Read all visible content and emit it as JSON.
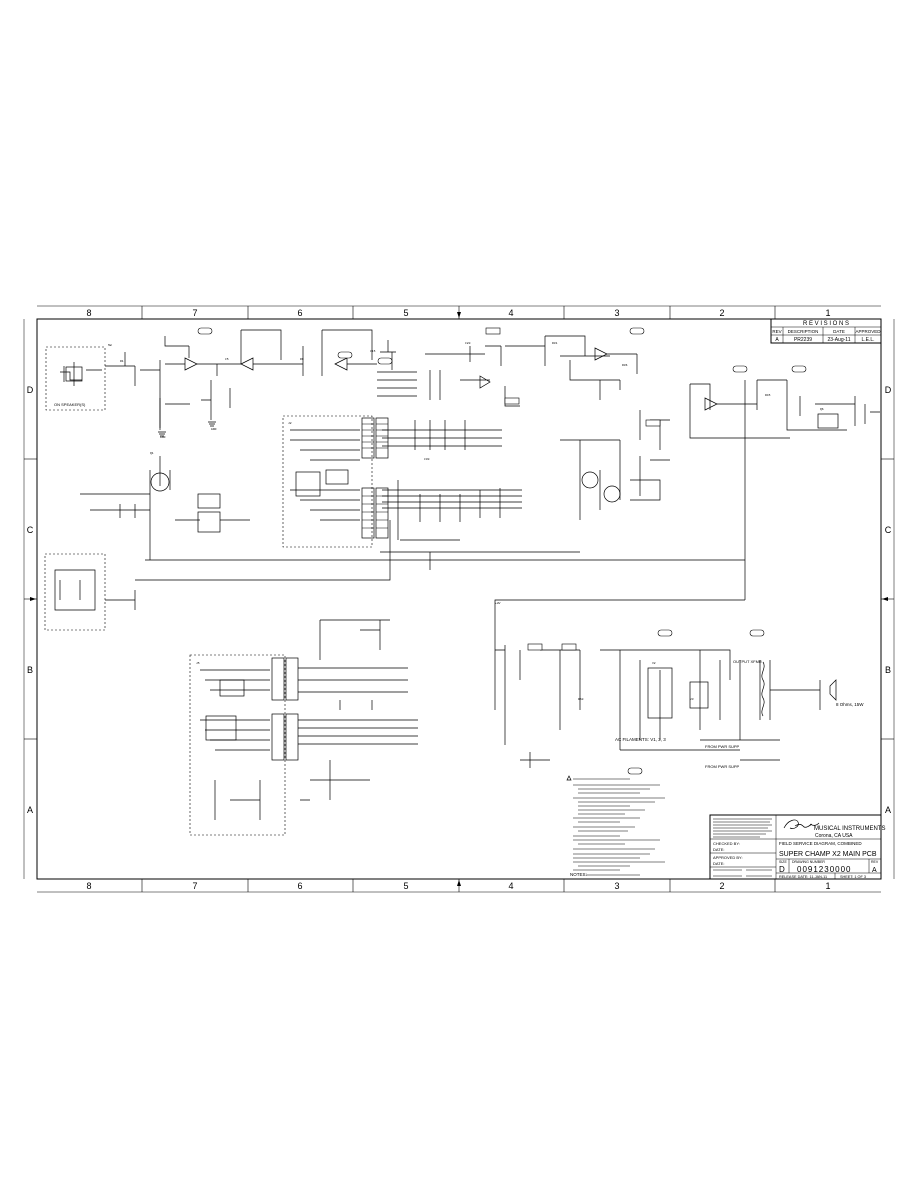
{
  "grid": {
    "columns": [
      "8",
      "7",
      "6",
      "5",
      "4",
      "3",
      "2",
      "1"
    ],
    "rows": [
      "D",
      "C",
      "B",
      "A"
    ]
  },
  "revisions": {
    "heading": "R E V I S I O N S",
    "headers": [
      "REV",
      "DESCRIPTION",
      "DATE",
      "APPROVED"
    ],
    "row": [
      "A",
      "PR2239",
      "23-Aug-11",
      "L.E.L."
    ]
  },
  "title_block": {
    "company": "MUSICAL INSTRUMENTS",
    "location": "Corona, CA USA",
    "doc_type": "FIELD SERVICE DIAGRAM, COMBINED",
    "title": "SUPER CHAMP X2 MAIN PCB",
    "size": "D",
    "drawing_number": "0091230000",
    "rev": "A",
    "release_date": "RELEASE DATE: 11-JAN-11",
    "sheet": "SHEET: 1 OF 3",
    "checked_by": "CHECKED BY:",
    "approved_by": "APPROVED BY:",
    "date_label": "DATE:",
    "size_label": "SIZE",
    "drawing_label": "DRAWING NUMBER",
    "rev_label": "REV"
  },
  "notes_heading": "NOTES:",
  "labels": {
    "speaker": "8 Ohms, 15W",
    "filaments": "AC FILAMENTS: V1, 2, 3",
    "power_supply_1": "FROM PWR SUPP",
    "power_supply_2": "FROM PWR SUPP",
    "output_xfmr": "OUTPUT XFMR",
    "box_d8": "ON SPEAKER(S)"
  }
}
